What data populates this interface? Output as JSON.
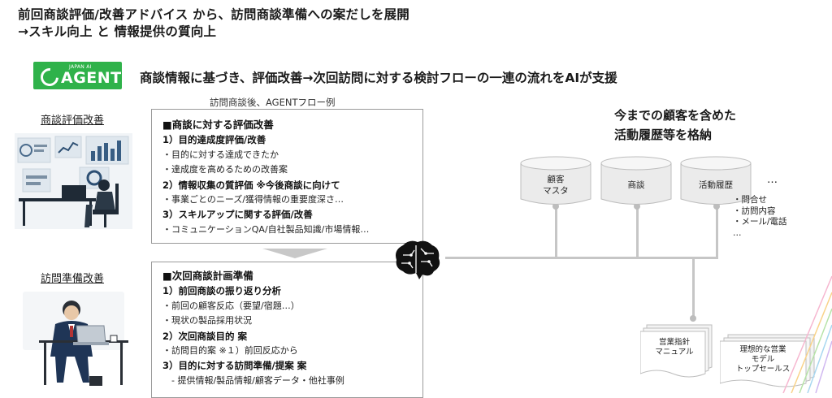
{
  "title": {
    "line1": "前回商談評価/改善アドバイス から、訪問商談準備への案だしを展開",
    "line2": "→スキル向上 と 情報提供の質向上"
  },
  "logo": {
    "sub": "JAPAN AI",
    "main": "AGENT"
  },
  "tagline": "商談情報に基づき、評価改善→次回訪問に対する検討フローの一連の流れをAIが支援",
  "left_labels": {
    "eval": "商談評価改善",
    "prep": "訪問準備改善"
  },
  "flow_caption": "訪問商談後、AGENTフロー例",
  "box1": {
    "heading": "■商談に対する評価改善",
    "lines": [
      {
        "kind": "s",
        "text": "1）目的達成度評価/改善"
      },
      {
        "kind": "b",
        "text": "・目的に対する達成できたか"
      },
      {
        "kind": "b",
        "text": "・達成度を高めるための改善案"
      },
      {
        "kind": "s",
        "text": "2）情報収集の質評価 ※今後商談に向けて"
      },
      {
        "kind": "b",
        "text": "・事業ごとのニーズ/獲得情報の重要度深さ…"
      },
      {
        "kind": "s",
        "text": "3）スキルアップに関する評価/改善"
      },
      {
        "kind": "b",
        "text": "・コミュニケーションQA/自社製品知識/市場情報…"
      }
    ]
  },
  "box2": {
    "heading": "■次回商談計画準備",
    "lines": [
      {
        "kind": "s",
        "text": "1）前回商談の振り返り分析"
      },
      {
        "kind": "b",
        "text": "・前回の顧客反応（要望/宿題…）"
      },
      {
        "kind": "b",
        "text": "・現状の製品採用状況"
      },
      {
        "kind": "s",
        "text": "2）次回商談目的 案"
      },
      {
        "kind": "b",
        "text": "・訪問目的案 ※１）前回反応から"
      },
      {
        "kind": "s",
        "text": "3）目的に対する訪問準備/提案 案"
      },
      {
        "kind": "b",
        "text": "　- 提供情報/製品情報/顧客データ・他社事例"
      }
    ]
  },
  "right_title": {
    "line1": "今までの顧客を含めた",
    "line2": "活動履歴等を格納"
  },
  "databases": [
    {
      "line1": "顧客",
      "line2": "マスタ"
    },
    {
      "line1": "商談",
      "line2": ""
    },
    {
      "line1": "活動履歴",
      "line2": ""
    }
  ],
  "db_more": "…",
  "history_items": [
    "・問合せ",
    "・訪問内容",
    "・メール/電話",
    "…"
  ],
  "documents": [
    {
      "line1": "営業指針",
      "line2": "マニュアル",
      "line3": ""
    },
    {
      "line1": "理想的な営業",
      "line2": "モデル",
      "line3": "トップセールス"
    }
  ],
  "colors": {
    "accent_green": "#2fb24a",
    "box_border": "#9a9a9a",
    "connector": "#c6c6c6"
  },
  "icons": {
    "brain": "ai-brain-icon",
    "office1": "analyst-office-illustration",
    "office2": "businessman-laptop-illustration"
  }
}
